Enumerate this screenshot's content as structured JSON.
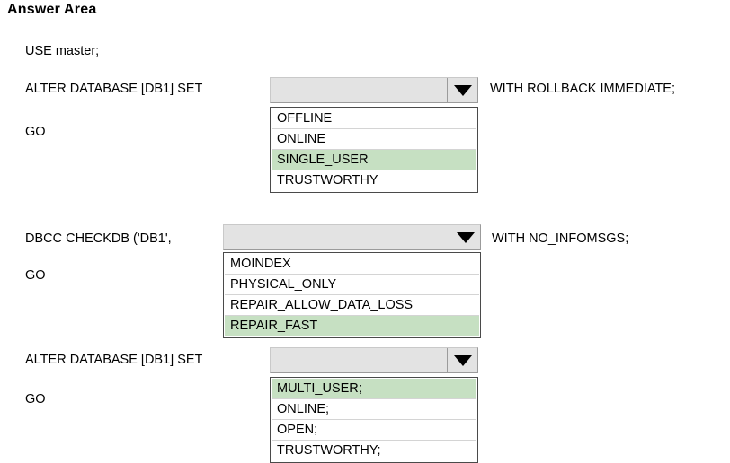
{
  "page": {
    "title": "Answer Area"
  },
  "script": {
    "line_use": "USE master;",
    "block1": {
      "prefix": "ALTER DATABASE [DB1] SET",
      "suffix": "WITH ROLLBACK IMMEDIATE;",
      "go": "GO",
      "combo": {
        "name": "alter-database-set-option-1",
        "value": "",
        "arrow_icon": "chevron-down-icon",
        "options": [
          {
            "label": "OFFLINE",
            "selected": false
          },
          {
            "label": "ONLINE",
            "selected": false
          },
          {
            "label": "SINGLE_USER",
            "selected": true
          },
          {
            "label": "TRUSTWORTHY",
            "selected": false
          }
        ]
      }
    },
    "block2": {
      "prefix": "DBCC CHECKDB ('DB1',",
      "suffix": "WITH NO_INFOMSGS;",
      "go": "GO",
      "combo": {
        "name": "dbcc-checkdb-option",
        "value": "",
        "arrow_icon": "chevron-down-icon",
        "options": [
          {
            "label": "MOINDEX",
            "selected": false
          },
          {
            "label": "PHYSICAL_ONLY",
            "selected": false
          },
          {
            "label": "REPAIR_ALLOW_DATA_LOSS",
            "selected": false
          },
          {
            "label": "REPAIR_FAST",
            "selected": true
          }
        ]
      }
    },
    "block3": {
      "prefix": "ALTER DATABASE [DB1] SET",
      "suffix": "",
      "go": "GO",
      "combo": {
        "name": "alter-database-set-option-2",
        "value": "",
        "arrow_icon": "chevron-down-icon",
        "options": [
          {
            "label": "MULTI_USER;",
            "selected": true
          },
          {
            "label": "ONLINE;",
            "selected": false
          },
          {
            "label": "OPEN;",
            "selected": false
          },
          {
            "label": "TRUSTWORTHY;",
            "selected": false
          }
        ]
      }
    }
  },
  "colors": {
    "selected_green": "#c6e0c2",
    "combo_face": "#e3e3e3",
    "list_border": "#4a4a4a"
  }
}
